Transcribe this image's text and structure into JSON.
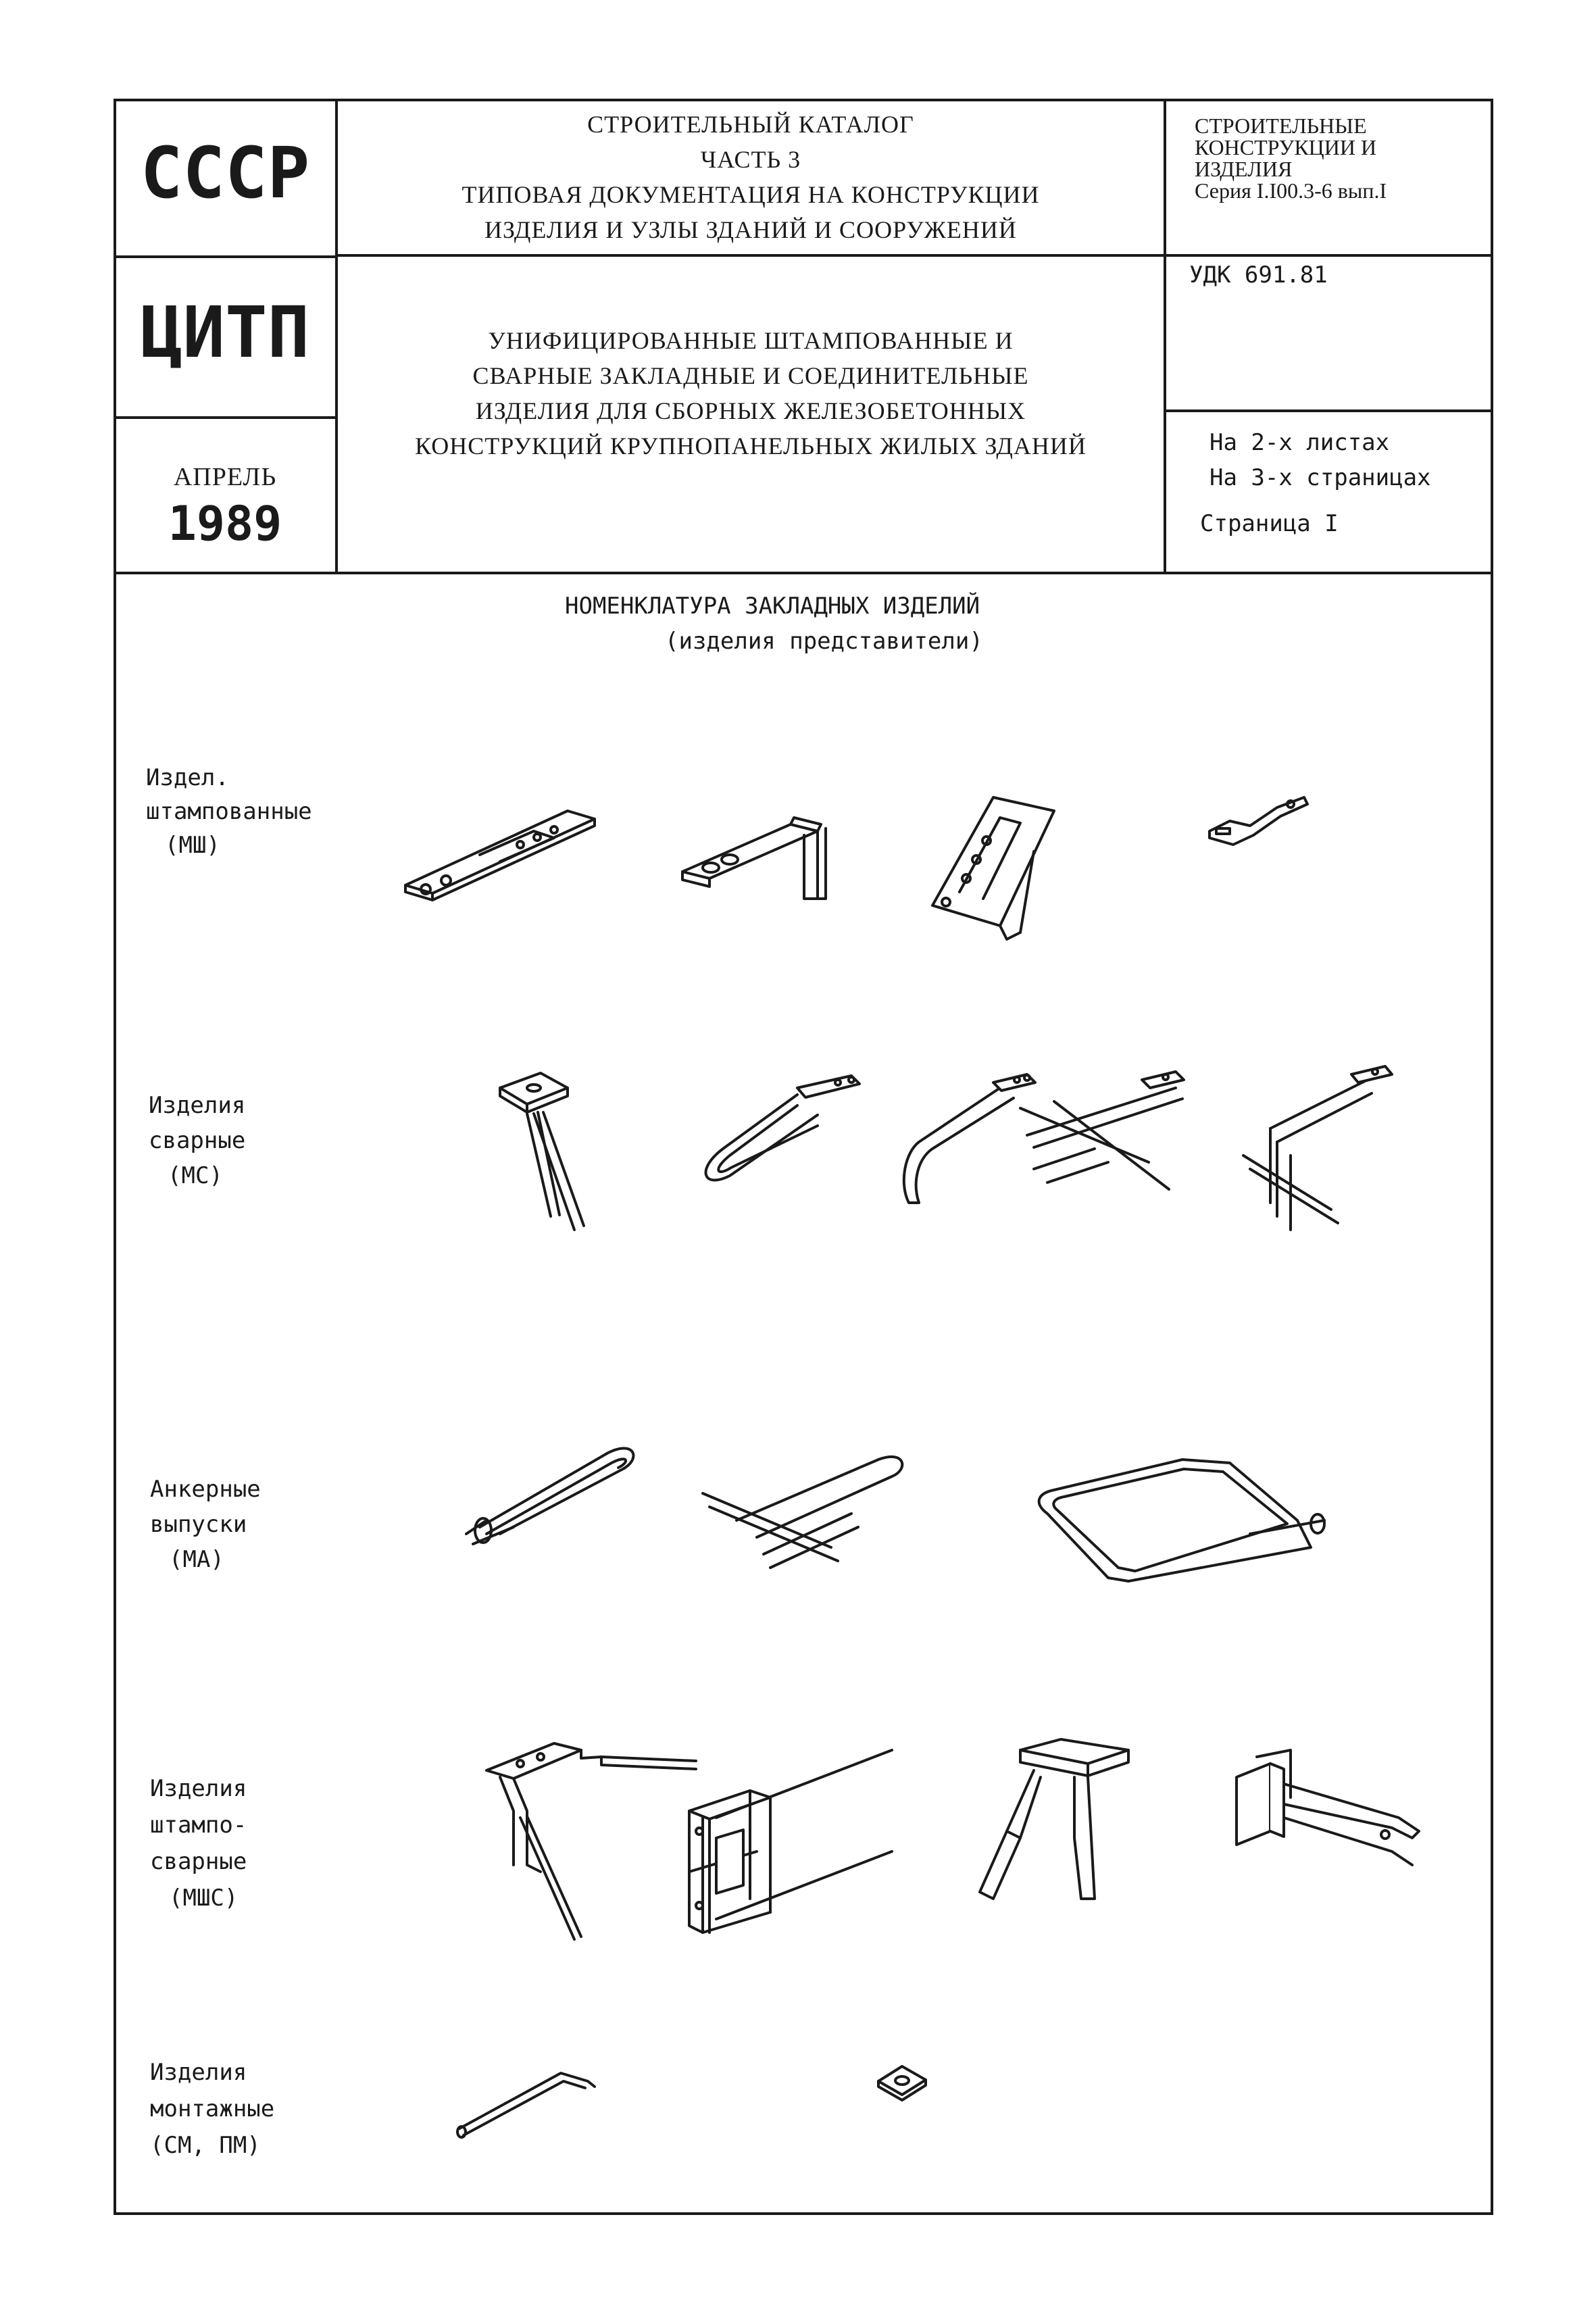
{
  "header": {
    "left": {
      "org1": "СССР",
      "org2": "ЦИТП",
      "month": "АПРЕЛЬ",
      "year": "1989"
    },
    "center_top": {
      "line1": "СТРОИТЕЛЬНЫЙ КАТАЛОГ",
      "line2": "ЧАСТЬ 3",
      "line3": "ТИПОВАЯ ДОКУМЕНТАЦИЯ НА КОНСТРУКЦИИ",
      "line4": "ИЗДЕЛИЯ И УЗЛЫ ЗДАНИЙ И СООРУЖЕНИЙ"
    },
    "center_main": {
      "line1": "УНИФИЦИРОВАННЫЕ ШТАМПОВАННЫЕ И",
      "line2": "СВАРНЫЕ ЗАКЛАДНЫЕ И СОЕДИНИТЕЛЬНЫЕ",
      "line3": "ИЗДЕЛИЯ ДЛЯ СБОРНЫХ ЖЕЛЕЗОБЕТОННЫХ",
      "line4": "КОНСТРУКЦИЙ КРУПНОПАНЕЛЬНЫХ ЖИЛЫХ ЗДАНИЙ"
    },
    "right_top": {
      "line1": "СТРОИТЕЛЬНЫЕ",
      "line2": "КОНСТРУКЦИИ И",
      "line3": "ИЗДЕЛИЯ",
      "line4": "Серия I.I00.3-6 вып.I"
    },
    "udk": "УДК 691.81",
    "sheets": "На 2-х листах",
    "pages": "На 3-х страницах",
    "page": "Страница I"
  },
  "body": {
    "title": "НОМЕНКЛАТУРА ЗАКЛАДНЫХ ИЗДЕЛИЙ",
    "subtitle": "(изделия представители)",
    "rows": [
      {
        "line1": "Издел.",
        "line2": "штампованные",
        "line3": "(МШ)",
        "line4": ""
      },
      {
        "line1": "Изделия",
        "line2": "сварные",
        "line3": "(МС)",
        "line4": ""
      },
      {
        "line1": "Анкерные",
        "line2": "выпуски",
        "line3": "(МА)",
        "line4": ""
      },
      {
        "line1": "Изделия",
        "line2": "штампо-",
        "line3": "сварные",
        "line4": "(МШС)"
      },
      {
        "line1": "Изделия",
        "line2": "монтажные",
        "line3": "(СМ, ПМ)",
        "line4": ""
      }
    ]
  }
}
